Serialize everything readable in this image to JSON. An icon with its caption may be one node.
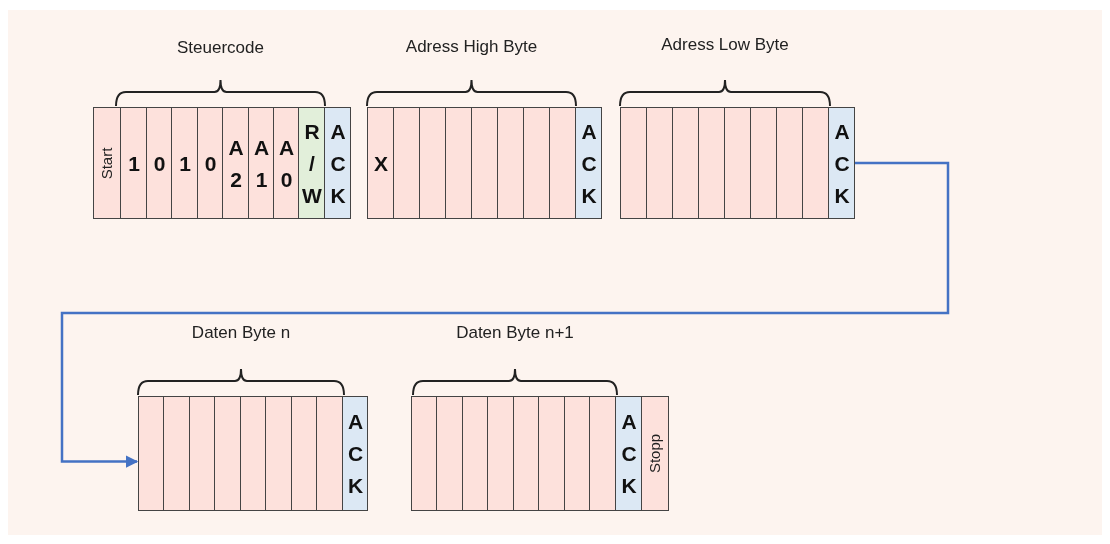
{
  "diagram": {
    "nodes": [
      {
        "text": [
          "Start"
        ]
      },
      {
        "text": [
          "1"
        ]
      },
      {
        "text": [
          "0"
        ]
      },
      {
        "text": [
          "1"
        ]
      },
      {
        "text": [
          "0"
        ]
      },
      {
        "text": [
          "A2"
        ]
      },
      {
        "text": [
          "A1"
        ]
      },
      {
        "text": [
          "A0"
        ]
      },
      {
        "text": [
          "R/W"
        ]
      },
      {
        "text": [
          "ACK"
        ]
      },
      {
        "text": [
          "X"
        ]
      },
      {
        "text": [],
        "shape": "box"
      },
      {
        "text": [],
        "shape": "box"
      },
      {
        "text": [],
        "shape": "box"
      },
      {
        "text": [],
        "shape": "box"
      },
      {
        "text": [],
        "shape": "box"
      },
      {
        "text": [],
        "shape": "box"
      },
      {
        "text": [],
        "shape": "box"
      },
      {
        "text": [
          "ACK"
        ]
      },
      {
        "text": [],
        "shape": "box"
      },
      {
        "text": [],
        "shape": "box"
      },
      {
        "text": [],
        "shape": "box"
      },
      {
        "text": [],
        "shape": "box"
      },
      {
        "text": [],
        "shape": "box"
      },
      {
        "text": [],
        "shape": "box"
      },
      {
        "text": [],
        "shape": "box"
      },
      {
        "text": [],
        "shape": "box"
      },
      {
        "text": [
          "ACK"
        ]
      },
      {
        "text": [],
        "shape": "box"
      },
      {
        "text": [],
        "shape": "box"
      },
      {
        "text": [],
        "shape": "box"
      },
      {
        "text": [],
        "shape": "box"
      },
      {
        "text": [],
        "shape": "box"
      },
      {
        "text": [],
        "shape": "box"
      },
      {
        "text": [],
        "shape": "box"
      },
      {
        "text": [],
        "shape": "box"
      },
      {
        "text": [
          "ACK"
        ]
      },
      {
        "text": [],
        "shape": "box"
      },
      {
        "text": [],
        "shape": "box"
      },
      {
        "text": [],
        "shape": "box"
      },
      {
        "text": [],
        "shape": "box"
      },
      {
        "text": [],
        "shape": "box"
      },
      {
        "text": [],
        "shape": "box"
      },
      {
        "text": [],
        "shape": "box"
      },
      {
        "text": [],
        "shape": "box"
      },
      {
        "text": [
          "ACK"
        ]
      },
      {
        "text": [
          "Stopp"
        ]
      }
    ],
    "edges": [
      {
        "from": 27,
        "to": 28,
        "arrow": "to"
      }
    ],
    "labels": [
      "Steuercode",
      "Adress High Byte",
      "Adress Low Byte",
      "Daten Byte n",
      "Daten Byte n+1"
    ]
  }
}
